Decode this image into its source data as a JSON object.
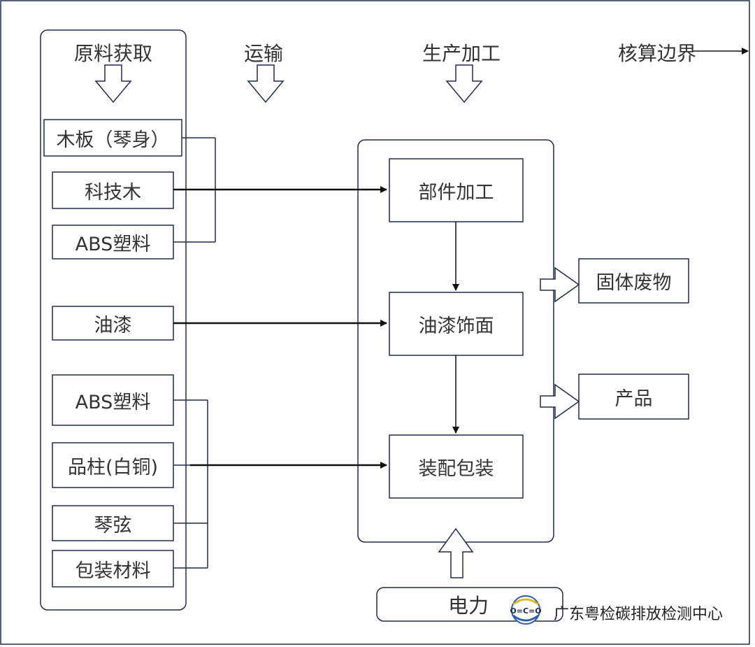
{
  "headers": {
    "raw_material": "原料获取",
    "transport": "运输",
    "production": "生产加工",
    "boundary": "核算边界"
  },
  "materials": {
    "wood_board": "木板（琴身）",
    "tech_wood": "科技木",
    "abs_1": "ABS塑料",
    "paint": "油漆",
    "abs_2": "ABS塑料",
    "fret": "品柱(白铜)",
    "strings": "琴弦",
    "packaging": "包装材料"
  },
  "process": {
    "parts": "部件加工",
    "finishing": "油漆饰面",
    "assembly": "装配包装"
  },
  "outputs": {
    "waste": "固体废物",
    "product": "产品"
  },
  "energy": {
    "electricity": "电力"
  },
  "watermark": {
    "logo_text": "O=C=O",
    "org": "广东粤检碳排放检测中心"
  },
  "colors": {
    "line": "#1f2d4a",
    "text": "#333333",
    "logo_blue": "#2f5ea8",
    "logo_yellow": "#d9b826"
  }
}
